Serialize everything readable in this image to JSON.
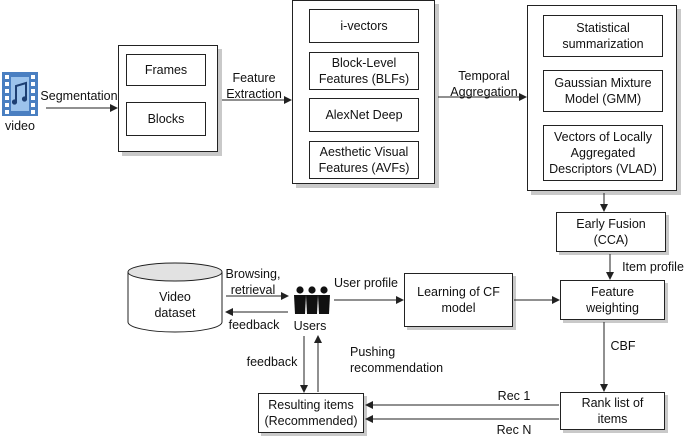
{
  "nodes": {
    "video_label": "video",
    "frames": "Frames",
    "blocks": "Blocks",
    "ivectors": "i-vectors",
    "blf": "Block-Level\nFeatures (BLFs)",
    "alexnet": "AlexNet Deep",
    "avf": "Aesthetic Visual\nFeatures (AVFs)",
    "stat": "Statistical\nsummarization",
    "gmm": "Gaussian Mixture\nModel (GMM)",
    "vlad": "Vectors of Locally\nAggregated\nDescriptors (VLAD)",
    "early_fusion": "Early Fusion\n(CCA)",
    "feature_weighting": "Feature\nweighting",
    "video_dataset": "Video\ndataset",
    "users": "Users",
    "learning_cf": "Learning of CF\nmodel",
    "rank_list": "Rank list of\nitems",
    "resulting_items": "Resulting items\n(Recommended)"
  },
  "edge_labels": {
    "segmentation": "Segmentation",
    "feature_extraction": "Feature\nExtraction",
    "temporal_aggregation": "Temporal\nAggregation",
    "item_profile": "Item profile",
    "browsing": "Browsing,\nretrieval",
    "user_profile": "User profile",
    "feedback_top": "feedback",
    "feedback_left": "feedback",
    "pushing": "Pushing\nrecommendation",
    "cbf": "CBF",
    "rec1": "Rec 1",
    "recn": "Rec N"
  },
  "colors": {
    "line": "#222222",
    "shadow": "#c9c9c9",
    "video_icon": "#4a7fc1",
    "users_icon": "#111111"
  }
}
